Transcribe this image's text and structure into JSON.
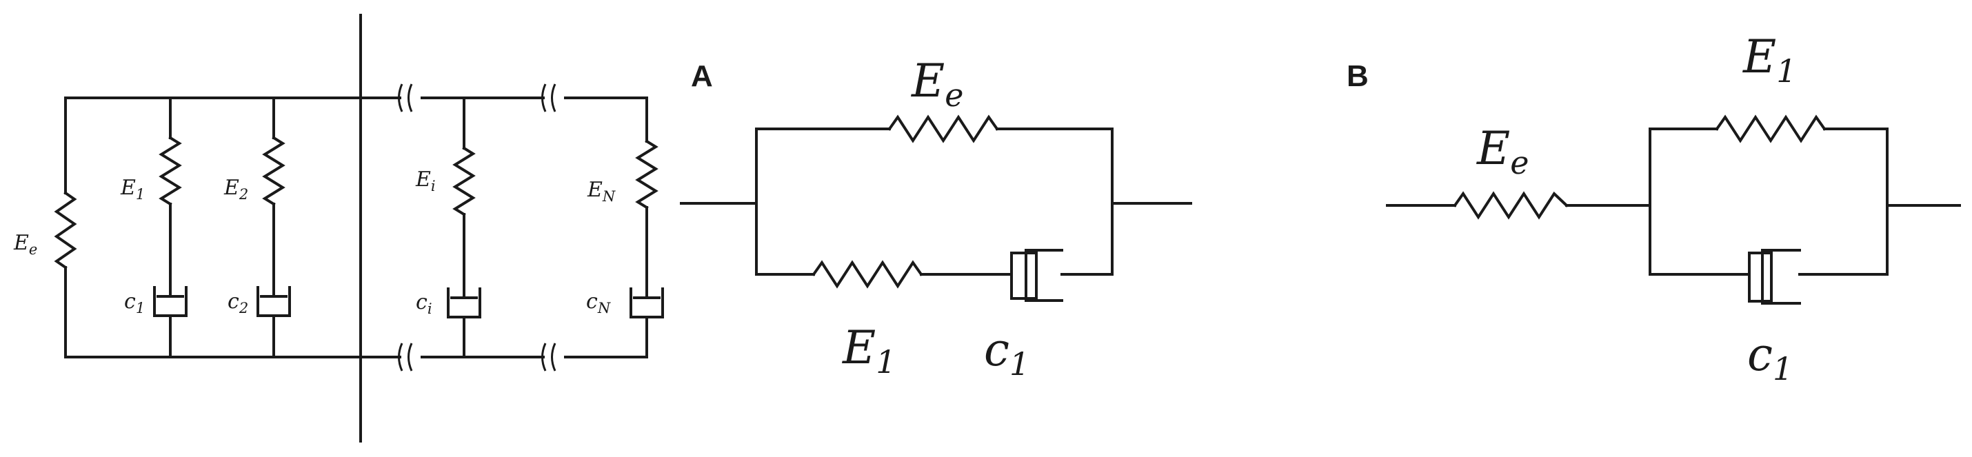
{
  "generalized_maxwell": {
    "labels": {
      "Ee": {
        "base": "E",
        "sub": "e"
      },
      "E1": {
        "base": "E",
        "sub": "1"
      },
      "E2": {
        "base": "E",
        "sub": "2"
      },
      "Ei": {
        "base": "E",
        "sub": "i"
      },
      "EN": {
        "base": "E",
        "sub": "N"
      },
      "c1": {
        "base": "c",
        "sub": "1"
      },
      "c2": {
        "base": "c",
        "sub": "2"
      },
      "ci": {
        "base": "c",
        "sub": "i"
      },
      "cN": {
        "base": "c",
        "sub": "N"
      }
    }
  },
  "panel_a": {
    "tag": "A",
    "labels": {
      "Ee": {
        "base": "E",
        "sub": "e"
      },
      "E1": {
        "base": "E",
        "sub": "1"
      },
      "c1": {
        "base": "c",
        "sub": "1"
      }
    }
  },
  "panel_b": {
    "tag": "B",
    "labels": {
      "Ee": {
        "base": "E",
        "sub": "e"
      },
      "E1": {
        "base": "E",
        "sub": "1"
      },
      "c1": {
        "base": "c",
        "sub": "1"
      }
    }
  }
}
